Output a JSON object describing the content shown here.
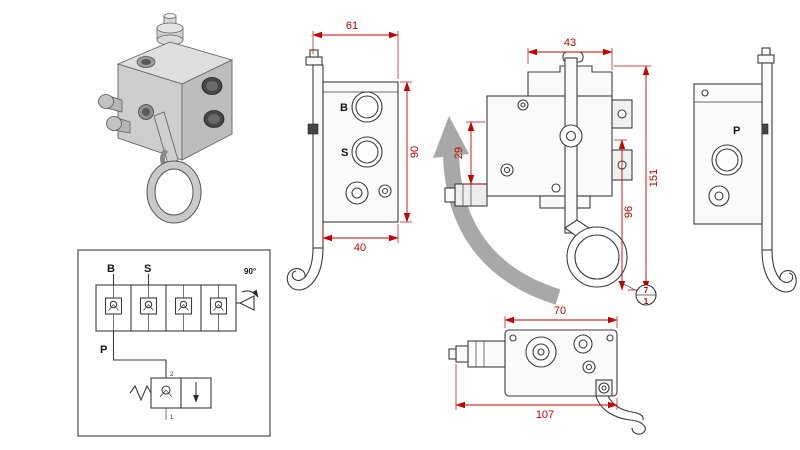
{
  "title": "hydraulic-valve-technical-drawing",
  "colors": {
    "dimension_red": "#c80000",
    "line_dark": "#3c3c3c",
    "rotation_arrow_gray": "#a8a8a8"
  },
  "views": {
    "side_left": {
      "dim_width_top": "61",
      "dim_height_right": "90",
      "dim_width_bottom": "40",
      "label_port_b": "B",
      "label_port_s": "S"
    },
    "front": {
      "dim_width_top": "43",
      "dim_left": "29",
      "dim_height_total": "151",
      "dim_height_lever": "96",
      "balloon_top": "7",
      "balloon_bottom": "1"
    },
    "side_right": {
      "label_port_p": "P"
    },
    "bottom": {
      "dim_width_top": "70",
      "dim_width_bottom": "107"
    },
    "schematic": {
      "label_port_b": "B",
      "label_port_s": "S",
      "label_port_p": "P",
      "label_rotation": "90°",
      "label_port_2": "2",
      "label_port_1": "1"
    }
  }
}
